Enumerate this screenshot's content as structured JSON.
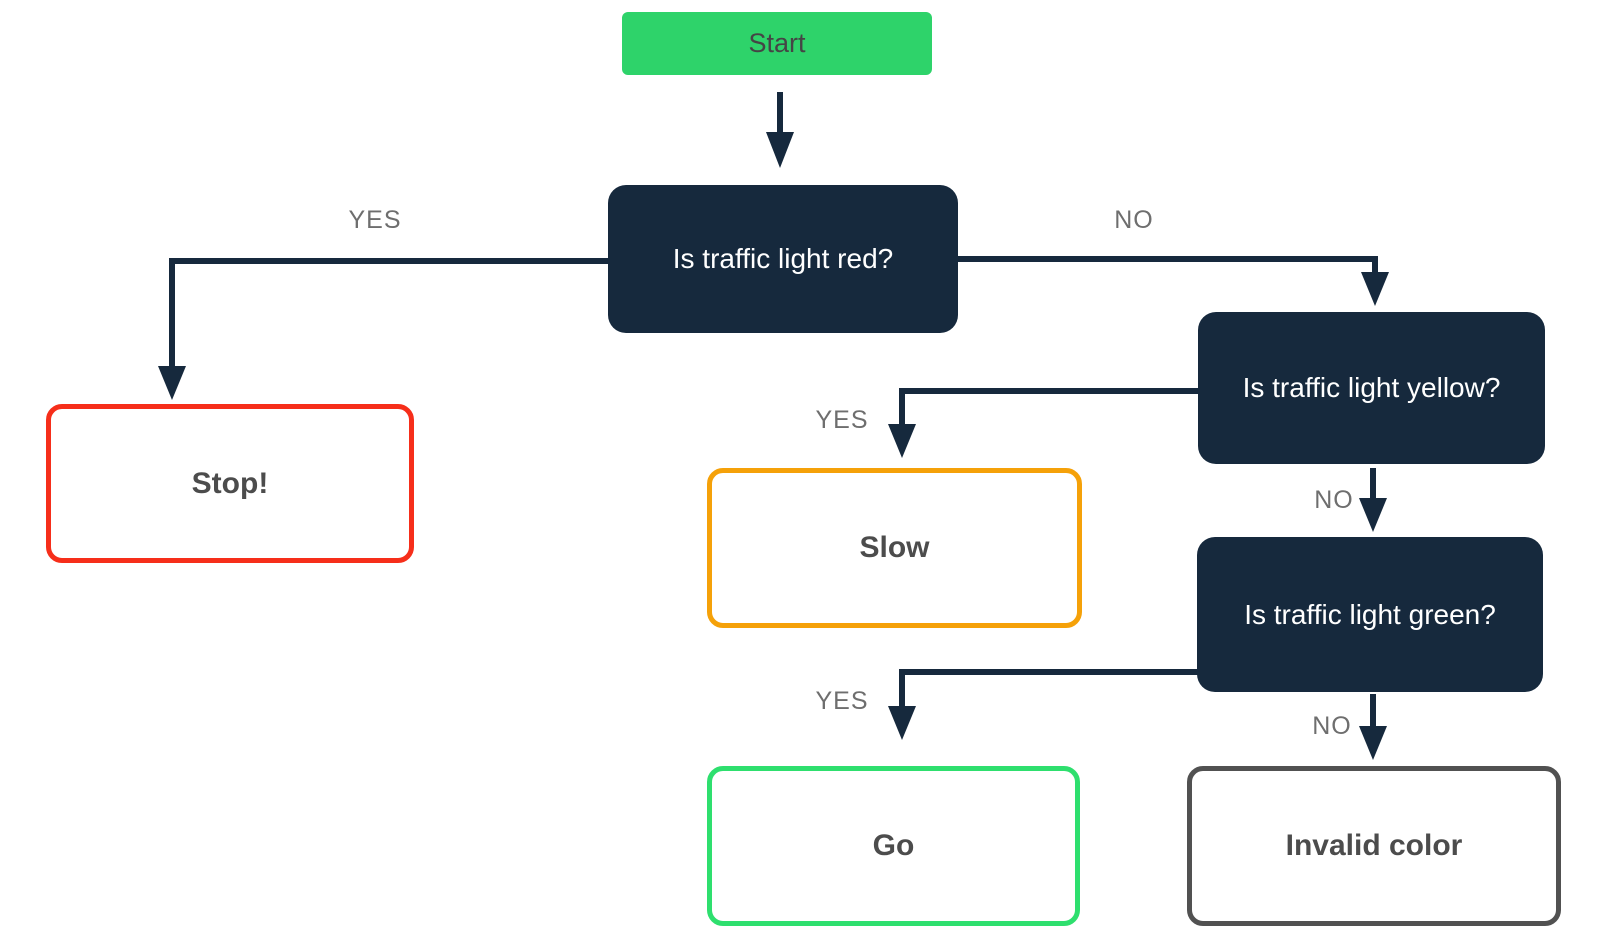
{
  "nodes": {
    "start": {
      "label": "Start"
    },
    "q_red": {
      "label": "Is traffic light red?"
    },
    "q_yellow": {
      "label": "Is traffic light yellow?"
    },
    "q_green": {
      "label": "Is traffic light green?"
    },
    "stop": {
      "label": "Stop!"
    },
    "slow": {
      "label": "Slow"
    },
    "go": {
      "label": "Go"
    },
    "invalid": {
      "label": "Invalid color"
    }
  },
  "edges": {
    "red_yes": {
      "label": "YES",
      "from": "q_red",
      "to": "stop"
    },
    "red_no": {
      "label": "NO",
      "from": "q_red",
      "to": "q_yellow"
    },
    "yellow_yes": {
      "label": "YES",
      "from": "q_yellow",
      "to": "slow"
    },
    "yellow_no": {
      "label": "NO",
      "from": "q_yellow",
      "to": "q_green"
    },
    "green_yes": {
      "label": "YES",
      "from": "q_green",
      "to": "go"
    },
    "green_no": {
      "label": "NO",
      "from": "q_green",
      "to": "invalid"
    }
  },
  "colors": {
    "background": "#ffffff",
    "start_fill": "#2ed36a",
    "start_text": "#454545",
    "question_fill": "#16293d",
    "question_text": "#ffffff",
    "connector": "#16293d",
    "label_text": "#6e6e6e",
    "outcome_text": "#4c4c4c",
    "stop_border": "#f62e1a",
    "slow_border": "#f5a109",
    "go_border": "#2edf6e",
    "invalid_border": "#515151"
  }
}
